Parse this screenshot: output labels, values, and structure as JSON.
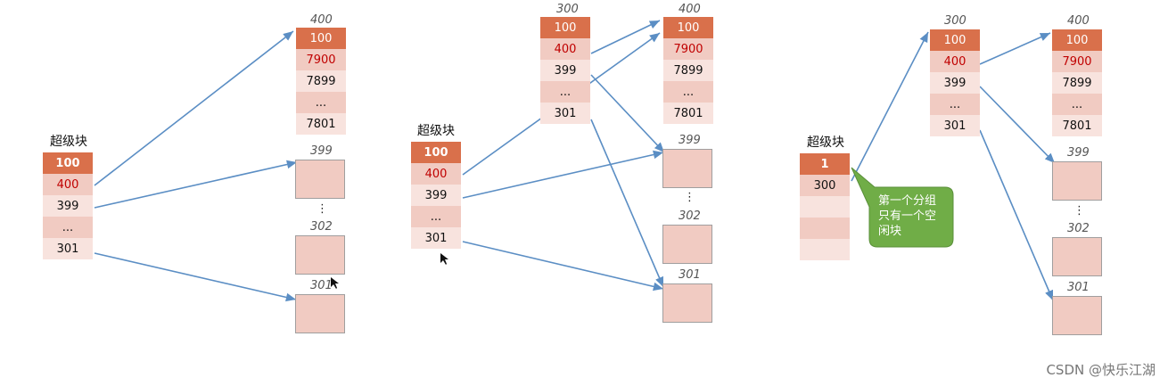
{
  "superblock_label": "超级块",
  "panel1": {
    "superblock": [
      "100",
      "400",
      "399",
      "...",
      "301"
    ],
    "group400": {
      "label": "400",
      "cells": [
        "100",
        "7900",
        "7899",
        "...",
        "7801"
      ]
    },
    "group399": {
      "label": "399"
    },
    "vdots": "⋮",
    "group302": {
      "label": "302"
    },
    "group301": {
      "label": "301"
    }
  },
  "panel2": {
    "superblock": [
      "100",
      "400",
      "399",
      "...",
      "301"
    ],
    "group300": {
      "label": "300",
      "cells": [
        "100",
        "400",
        "399",
        "...",
        "301"
      ]
    },
    "group400": {
      "label": "400",
      "cells": [
        "100",
        "7900",
        "7899",
        "...",
        "7801"
      ]
    },
    "group399": {
      "label": "399"
    },
    "vdots": "⋮",
    "group302": {
      "label": "302"
    },
    "group301": {
      "label": "301"
    }
  },
  "panel3": {
    "superblock": [
      "1",
      "300",
      "",
      "",
      ""
    ],
    "callout": "第一个分组\n只有一个空\n闲块",
    "group300": {
      "label": "300",
      "cells": [
        "100",
        "400",
        "399",
        "...",
        "301"
      ]
    },
    "group400": {
      "label": "400",
      "cells": [
        "100",
        "7900",
        "7899",
        "...",
        "7801"
      ]
    },
    "group399": {
      "label": "399"
    },
    "vdots": "⋮",
    "group302": {
      "label": "302"
    },
    "group301": {
      "label": "301"
    }
  },
  "watermark": "CSDN @快乐江湖",
  "colors": {
    "header": "#d9704b",
    "pink_dark": "#f1cbc2",
    "pink_light": "#f8e3de",
    "arrow": "#5b8ec4",
    "callout": "#70ad47",
    "red_text": "#c00000"
  }
}
